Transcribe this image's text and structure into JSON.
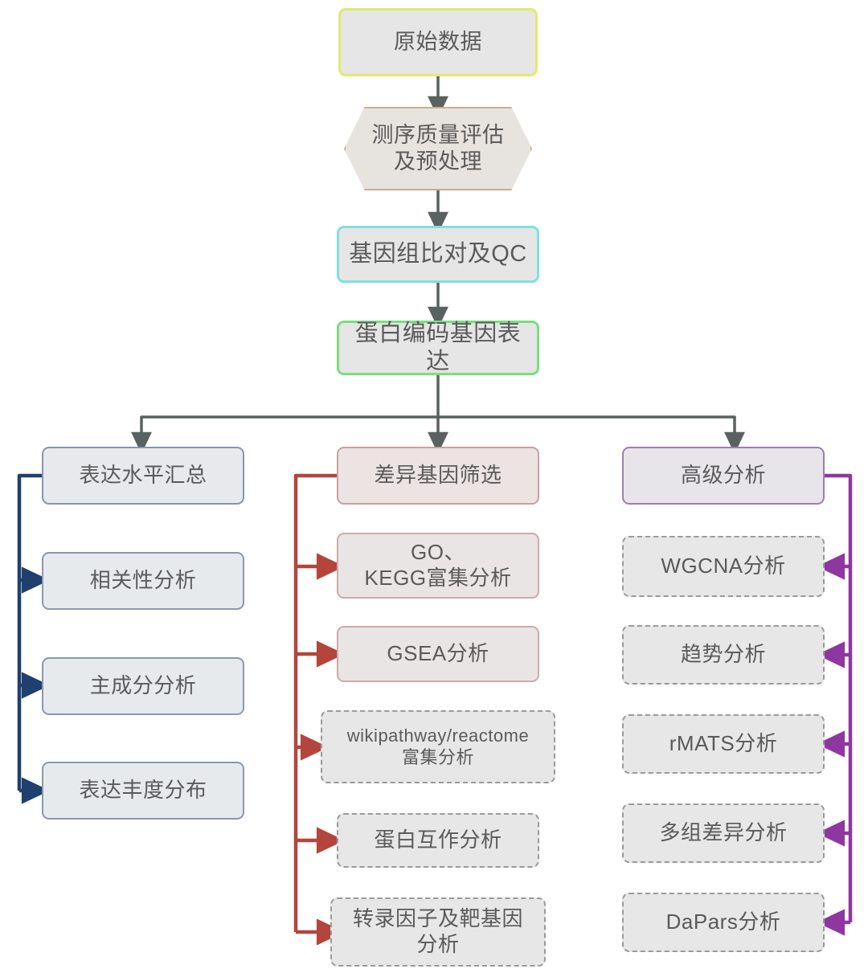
{
  "diagram": {
    "title": "RNA-seq 分析流程图",
    "background": "#ffffff",
    "colors": {
      "trunk_connector": "#5a6161",
      "left_branch_connector": "#1f3f6e",
      "middle_branch_connector": "#b4453c",
      "right_branch_connector": "#8e37a0",
      "node_fill": "#e9e9e9",
      "node_text": "#5a5a5a",
      "raw_border": "#e4e96e",
      "hex_border": "#c9ae8d",
      "align_border": "#7fe0e0",
      "expr_border": "#78e07c",
      "blue_border": "#8c98b0",
      "red_border": "#cdaaaa",
      "purple_border": "#9c7fae",
      "dashed_border": "#9a9a9a"
    }
  },
  "trunk": {
    "raw_data": "原始数据",
    "qc_preprocess": "测序质量评估\n及预处理",
    "genome_align": "基因组比对及QC",
    "coding_expression": "蛋白编码基因表达"
  },
  "branches": {
    "left": {
      "head": "表达水平汇总",
      "items": [
        "相关性分析",
        "主成分分析",
        "表达丰度分布"
      ]
    },
    "middle": {
      "head": "差异基因筛选",
      "items": [
        "GO、\nKEGG富集分析",
        "GSEA分析",
        "wikipathway/reactome\n富集分析",
        "蛋白互作分析",
        "转录因子及靶基因\n分析"
      ]
    },
    "right": {
      "head": "高级分析",
      "items": [
        "WGCNA分析",
        "趋势分析",
        "rMATS分析",
        "多组差异分析",
        "DaPars分析"
      ]
    }
  }
}
